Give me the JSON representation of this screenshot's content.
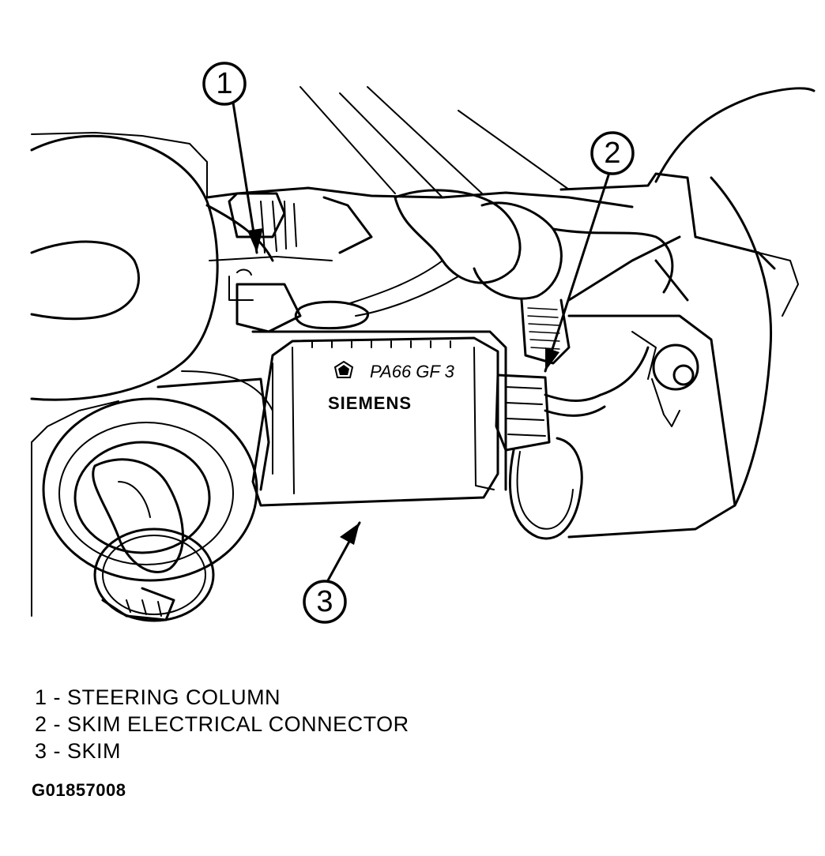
{
  "callouts": [
    {
      "number": "1"
    },
    {
      "number": "2"
    },
    {
      "number": "3"
    }
  ],
  "module_markings": {
    "part_code": "PA66 GF 3",
    "brand": "SIEMENS"
  },
  "legend": [
    {
      "number": "1",
      "separator": " - ",
      "label": "STEERING COLUMN"
    },
    {
      "number": "2",
      "separator": " - ",
      "label": "SKIM ELECTRICAL CONNECTOR"
    },
    {
      "number": "3",
      "separator": " - ",
      "label": "SKIM"
    }
  ],
  "figure_id": "G01857008"
}
